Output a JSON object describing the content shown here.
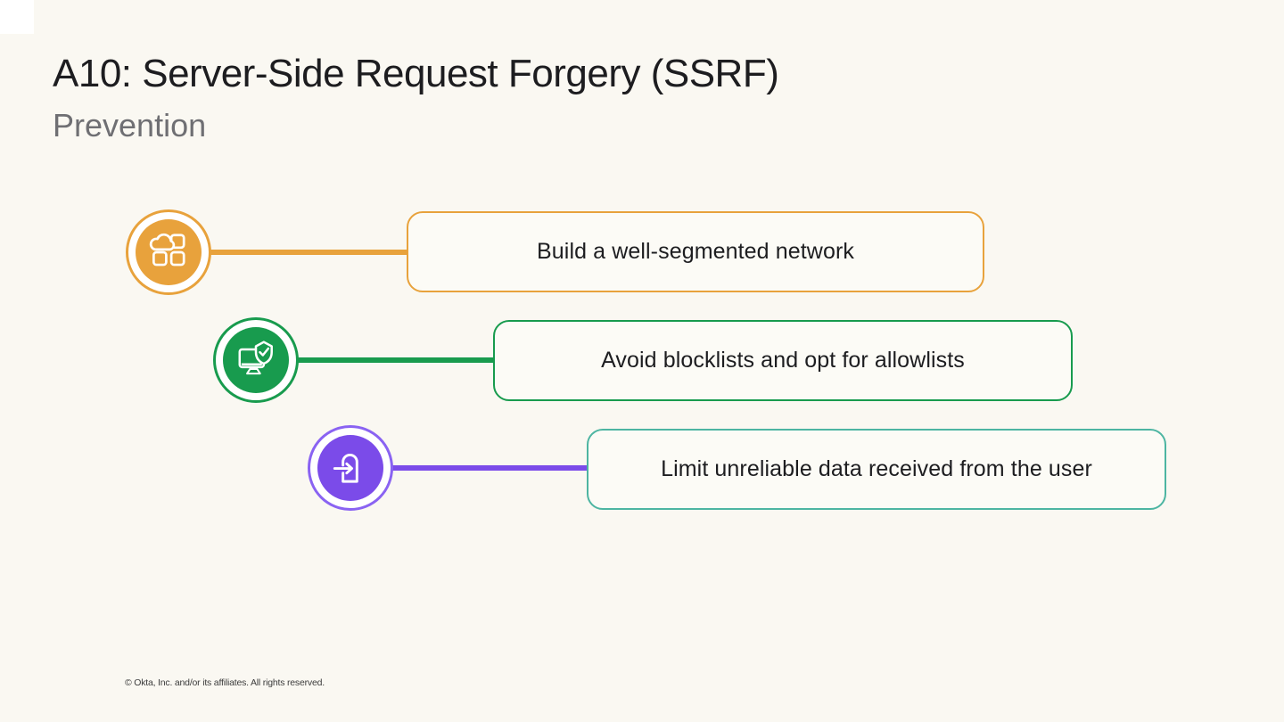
{
  "slide": {
    "title": "A10: Server-Side Request Forgery (SSRF)",
    "subtitle": "Prevention",
    "footer": "© Okta, Inc. and/or its affiliates. All rights reserved."
  },
  "steps": [
    {
      "label": "Build a well-segmented network",
      "icon": "cloud-applications-icon",
      "accent_color": "#E8A23C",
      "box_border_color": "#E8A23C"
    },
    {
      "label": "Avoid blocklists and opt for allowlists",
      "icon": "monitor-shield-check-icon",
      "accent_color": "#189B4E",
      "box_border_color": "#189B4E"
    },
    {
      "label": "Limit unreliable data received from the user",
      "icon": "login-arrow-icon",
      "accent_color": "#7B4BE9",
      "ring_color": "#8A63F2",
      "box_border_color": "#4DB5A2"
    }
  ],
  "colors": {
    "background": "#FAF8F2",
    "box_fill": "#FCFBF6",
    "title_text": "#1D1D20",
    "subtitle_text": "#6F6F73",
    "footer_text": "#3C3C3C",
    "icon_glyph": "#FFFFFF"
  }
}
